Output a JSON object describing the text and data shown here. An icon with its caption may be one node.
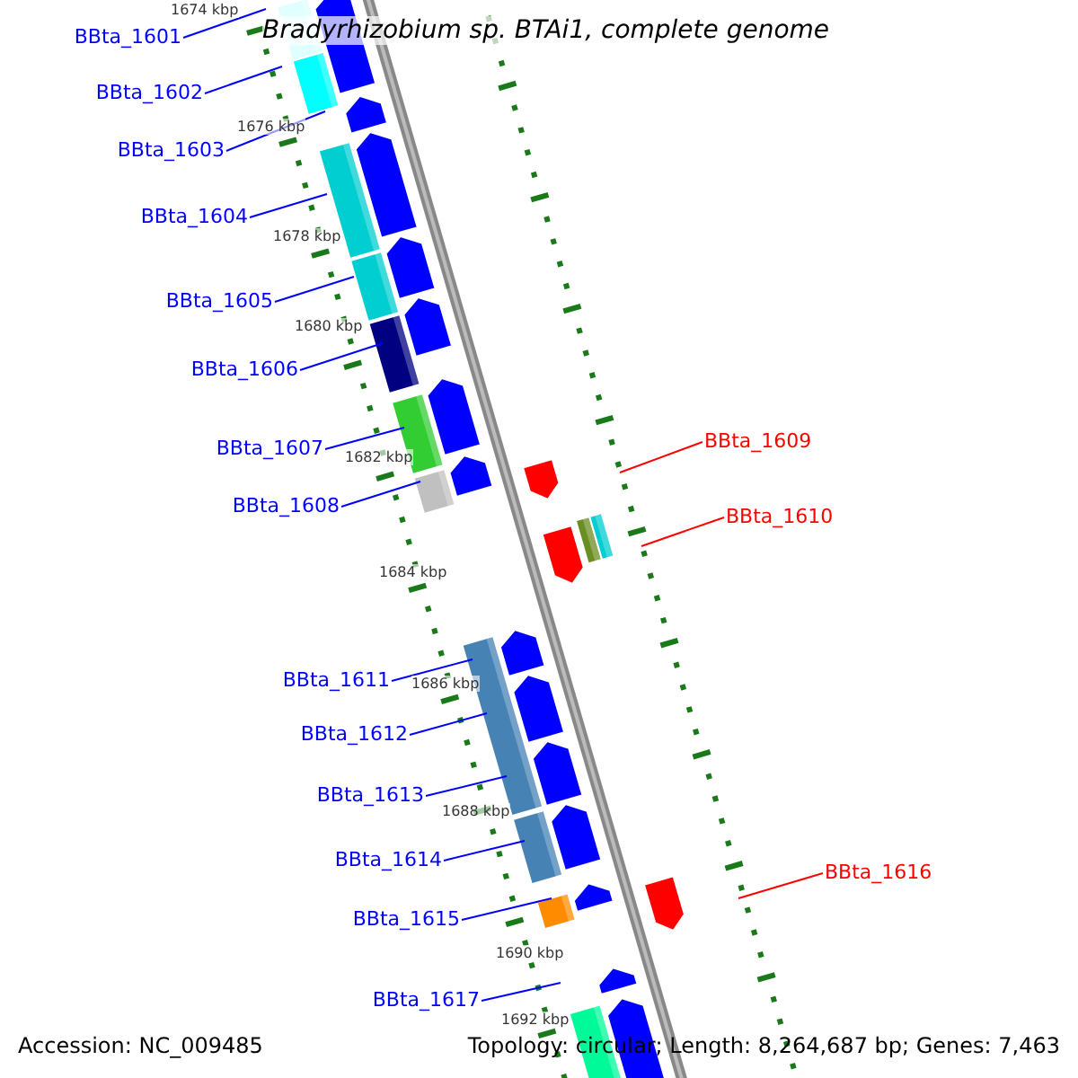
{
  "diagram": {
    "title": "Bradyrhizobium sp. BTAi1, complete genome",
    "nodes": [
      {
        "text": [
          "BBta_1601"
        ]
      },
      {
        "text": [
          "BBta_1602"
        ]
      },
      {
        "text": [
          "BBta_1603"
        ]
      },
      {
        "text": [
          "BBta_1604"
        ]
      },
      {
        "text": [
          "BBta_1605"
        ]
      },
      {
        "text": [
          "BBta_1606"
        ]
      },
      {
        "text": [
          "BBta_1607"
        ]
      },
      {
        "text": [
          "BBta_1608"
        ]
      },
      {
        "text": [
          "BBta_1609"
        ]
      },
      {
        "text": [
          "BBta_1610"
        ]
      },
      {
        "text": [
          "BBta_1611"
        ]
      },
      {
        "text": [
          "BBta_1612"
        ]
      },
      {
        "text": [
          "BBta_1613"
        ]
      },
      {
        "text": [
          "BBta_1614"
        ]
      },
      {
        "text": [
          "BBta_1615"
        ]
      },
      {
        "text": [
          "BBta_1616"
        ]
      },
      {
        "text": [
          "BBta_1617"
        ]
      }
    ],
    "edges": [
      {
        "from": 0,
        "to": null,
        "arrow": "none"
      },
      {
        "from": 1,
        "to": null,
        "arrow": "none"
      },
      {
        "from": 2,
        "to": null,
        "arrow": "none"
      },
      {
        "from": 3,
        "to": null,
        "arrow": "none"
      },
      {
        "from": 4,
        "to": null,
        "arrow": "none"
      },
      {
        "from": 5,
        "to": null,
        "arrow": "none"
      },
      {
        "from": 6,
        "to": null,
        "arrow": "none"
      },
      {
        "from": 7,
        "to": null,
        "arrow": "none"
      },
      {
        "from": 8,
        "to": null,
        "arrow": "none",
        "color": "#ff0000"
      },
      {
        "from": 9,
        "to": null,
        "arrow": "none",
        "color": "#ff0000"
      },
      {
        "from": 10,
        "to": null,
        "arrow": "none"
      },
      {
        "from": 11,
        "to": null,
        "arrow": "none"
      },
      {
        "from": 12,
        "to": null,
        "arrow": "none"
      },
      {
        "from": 13,
        "to": null,
        "arrow": "none"
      },
      {
        "from": 14,
        "to": null,
        "arrow": "none"
      },
      {
        "from": 15,
        "to": null,
        "arrow": "none",
        "color": "#ff0000"
      },
      {
        "from": 16,
        "to": null,
        "arrow": "none"
      }
    ],
    "labels": [
      "1674 kbp",
      "1676 kbp",
      "1678 kbp",
      "1680 kbp",
      "1682 kbp",
      "1684 kbp",
      "1686 kbp",
      "1688 kbp",
      "1690 kbp",
      "1692 kbp",
      "Accession: NC_009485",
      "Topology: circular; Length: 8,264,687 bp; Genes: 7,463"
    ]
  }
}
